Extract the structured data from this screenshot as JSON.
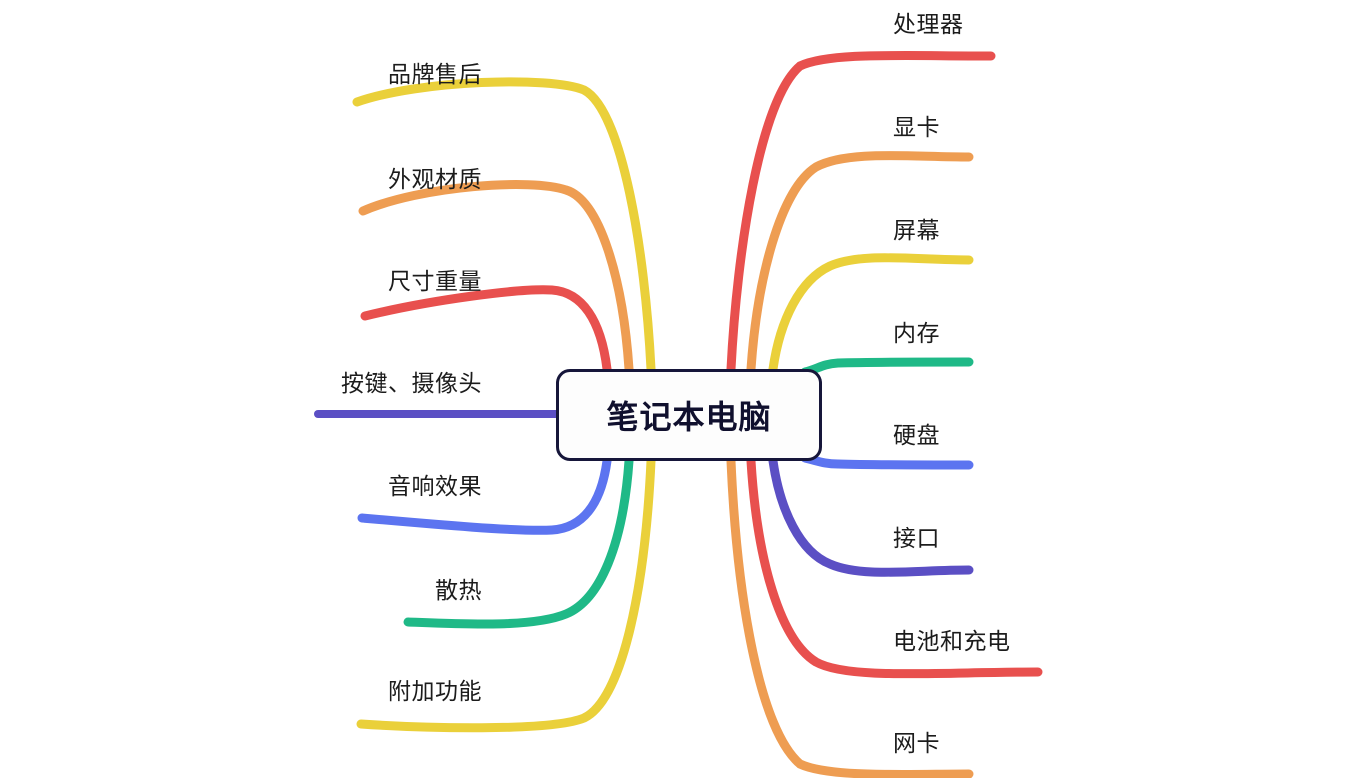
{
  "diagram": {
    "type": "mind-map",
    "background_color": "#ffffff",
    "center": {
      "label": "笔记本电脑",
      "text_color": "#10102e",
      "border_color": "#16163a",
      "fill_color": "#fdfdfd"
    },
    "palette": {
      "red": "#e8504e",
      "orange": "#ee9d52",
      "yellow": "#ead03a",
      "green": "#1fb987",
      "blue": "#5c74f0",
      "purple": "#5b4fc4"
    },
    "right_branches": [
      {
        "label": "处理器",
        "color": "#e8504e"
      },
      {
        "label": "显卡",
        "color": "#ee9d52"
      },
      {
        "label": "屏幕",
        "color": "#ead03a"
      },
      {
        "label": "内存",
        "color": "#1fb987"
      },
      {
        "label": "硬盘",
        "color": "#5c74f0"
      },
      {
        "label": "接口",
        "color": "#5b4fc4"
      },
      {
        "label": "电池和充电",
        "color": "#e8504e"
      },
      {
        "label": "网卡",
        "color": "#ee9d52"
      }
    ],
    "left_branches": [
      {
        "label": "品牌售后",
        "color": "#ead03a"
      },
      {
        "label": "外观材质",
        "color": "#ee9d52"
      },
      {
        "label": "尺寸重量",
        "color": "#e8504e"
      },
      {
        "label": "按键、摄像头",
        "color": "#5b4fc4"
      },
      {
        "label": "音响效果",
        "color": "#5c74f0"
      },
      {
        "label": "散热",
        "color": "#1fb987"
      },
      {
        "label": "附加功能",
        "color": "#ead03a"
      }
    ]
  }
}
